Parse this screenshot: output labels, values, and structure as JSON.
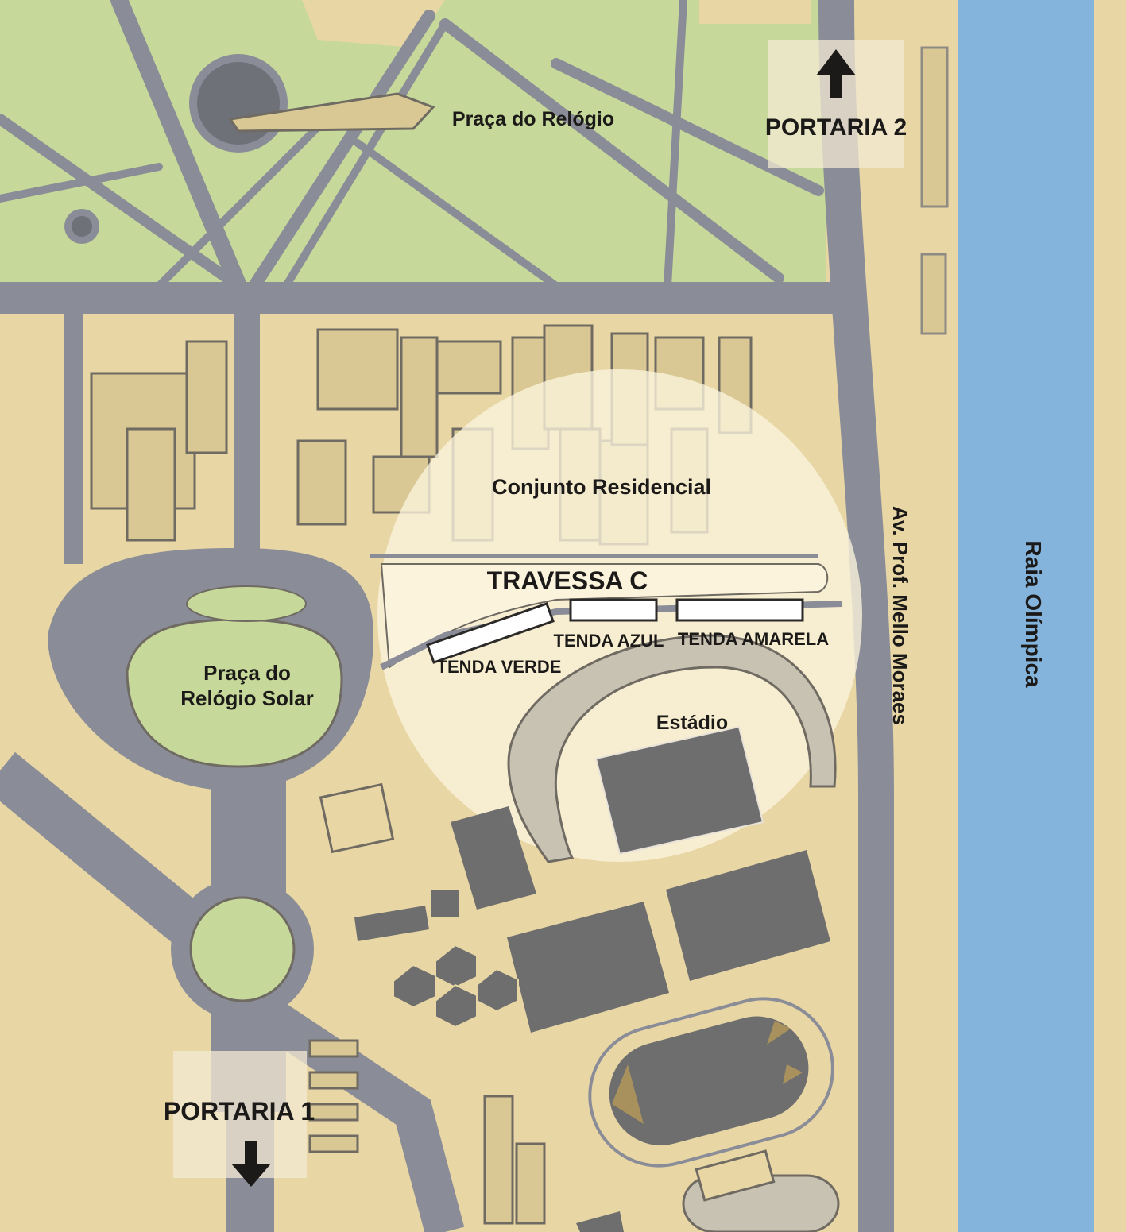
{
  "map": {
    "colors": {
      "sand": "#e8d6a4",
      "green": "#c6d99a",
      "road": "#8a8d97",
      "water": "#84b3dc",
      "building": "#d9c894",
      "building_shadow": "#8e8a84",
      "dark_court": "#6e6e6e",
      "highlight": "#fbf3dc",
      "gate_panel": "#f3ead3"
    },
    "gates": [
      {
        "label": "PORTARIA 1",
        "direction": "down",
        "icon": "arrow-down-icon"
      },
      {
        "label": "PORTARIA 2",
        "direction": "up",
        "icon": "arrow-up-icon"
      }
    ],
    "places": {
      "praca_relogio": "Praça do Relógio",
      "conjunto": "Conjunto Residencial",
      "travessa": "TRAVESSA C",
      "tenda_azul": "TENDA AZUL",
      "tenda_amarela": "TENDA AMARELA",
      "tenda_verde": "TENDA VERDE",
      "praca_solar_1": "Praça do",
      "praca_solar_2": "Relógio Solar",
      "estadio": "Estádio",
      "avenida": "Av. Prof. Mello Moraes",
      "raia": "Raia Olímpica"
    }
  }
}
